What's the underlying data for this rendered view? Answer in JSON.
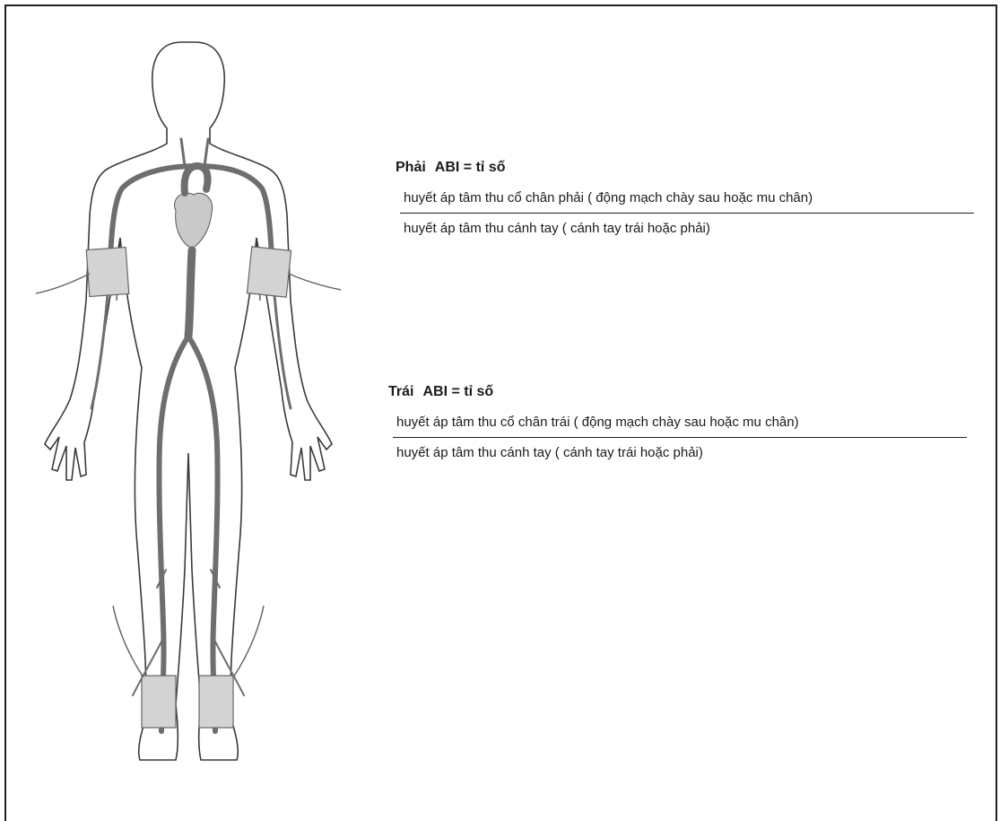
{
  "right_formula": {
    "side": "Phải",
    "abi": "ABI = tỉ số",
    "numerator": "huyết áp tâm thu cổ chân phải ( động mạch chày sau hoặc mu chân)",
    "denominator": "huyết áp tâm thu cánh tay ( cánh tay trái hoặc phải)"
  },
  "left_formula": {
    "side": "Trái",
    "abi": "ABI = tỉ số",
    "numerator": "huyết áp tâm thu cổ chân trái ( động mạch chày sau hoặc mu chân)",
    "denominator": "huyết áp tâm thu cánh tay ( cánh tay trái hoặc phải)"
  },
  "colors": {
    "outline": "#3a3a3a",
    "artery": "#6e6e6e",
    "heart": "#c9c9c9",
    "cuff": "#d3d3d3"
  }
}
